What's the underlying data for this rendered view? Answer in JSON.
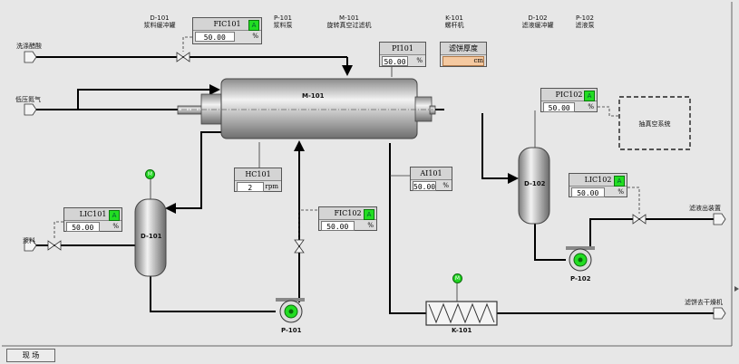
{
  "header_labels": {
    "d101": {
      "tag": "D-101",
      "name": "浆料缓冲罐"
    },
    "p101": {
      "tag": "P-101",
      "name": "浆料泵"
    },
    "m101": {
      "tag": "M-101",
      "name": "旋转真空过滤机"
    },
    "k101": {
      "tag": "K-101",
      "name": "螺杆机"
    },
    "d102": {
      "tag": "D-102",
      "name": "滤液缓冲罐"
    },
    "p102": {
      "tag": "P-102",
      "name": "滤液泵"
    }
  },
  "streams": {
    "wash_acid": "洗涤醋酸",
    "low_pressure_n2": "低压氮气",
    "slurry": "浆料",
    "filtrate_out": "滤液出装置",
    "cake_to_dryer": "滤饼去干燥机",
    "vacuum_system": "抽真空系统"
  },
  "equipment": {
    "m101": "M-101",
    "d101": "D-101",
    "d102": "D-102",
    "p101": "P-101",
    "p102": "P-102",
    "k101": "K-101"
  },
  "instruments": {
    "fic101": {
      "tag": "FIC101",
      "value": "50.00",
      "unit": "%",
      "mode": "A"
    },
    "pi101": {
      "tag": "PI101",
      "value": "50.00",
      "unit": "%"
    },
    "cake_thickness": {
      "tag": "滤饼厚度",
      "value": "",
      "unit": "cm"
    },
    "pic102": {
      "tag": "PIC102",
      "value": "50.00",
      "unit": "%",
      "mode": "A"
    },
    "hc101": {
      "tag": "HC101",
      "value": "2",
      "unit": "rpm"
    },
    "ai101": {
      "tag": "AI101",
      "value": "50.00",
      "unit": "%"
    },
    "lic102": {
      "tag": "LIC102",
      "value": "50.00",
      "unit": "%",
      "mode": "A"
    },
    "lic101": {
      "tag": "LIC101",
      "value": "50.00",
      "unit": "%",
      "mode": "A"
    },
    "fic102": {
      "tag": "FIC102",
      "value": "50.00",
      "unit": "%",
      "mode": "A"
    }
  },
  "motor_indicator": "M",
  "buttons": {
    "field": "现 场"
  },
  "colors": {
    "pump_green": "#22dd22",
    "cake_box": "#f5c9a0",
    "mode_green": "#22dd22"
  }
}
